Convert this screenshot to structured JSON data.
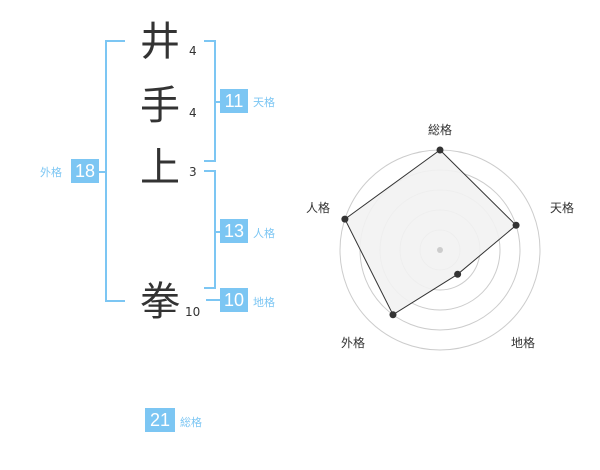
{
  "name": {
    "chars": [
      {
        "char": "井",
        "strokes": "4"
      },
      {
        "char": "手",
        "strokes": "4"
      },
      {
        "char": "上",
        "strokes": "3"
      },
      {
        "char": "拳",
        "strokes": "10"
      }
    ]
  },
  "fortunes": {
    "tenkaku": {
      "value": "11",
      "label": "天格"
    },
    "jinkaku": {
      "value": "13",
      "label": "人格"
    },
    "chikaku": {
      "value": "10",
      "label": "地格"
    },
    "gaikaku": {
      "value": "18",
      "label": "外格"
    },
    "soukaku": {
      "value": "21",
      "label": "総格"
    }
  },
  "colors": {
    "accent": "#7cc6f3",
    "text": "#333333",
    "radar_fill": "#f2f2f2",
    "radar_ring": "#cccccc"
  },
  "chart_data": {
    "type": "radar",
    "axes": [
      "総格",
      "天格",
      "地格",
      "外格",
      "人格"
    ],
    "values": [
      5,
      4,
      1.5,
      4,
      5
    ],
    "range": [
      0,
      5
    ],
    "rings": 5
  }
}
